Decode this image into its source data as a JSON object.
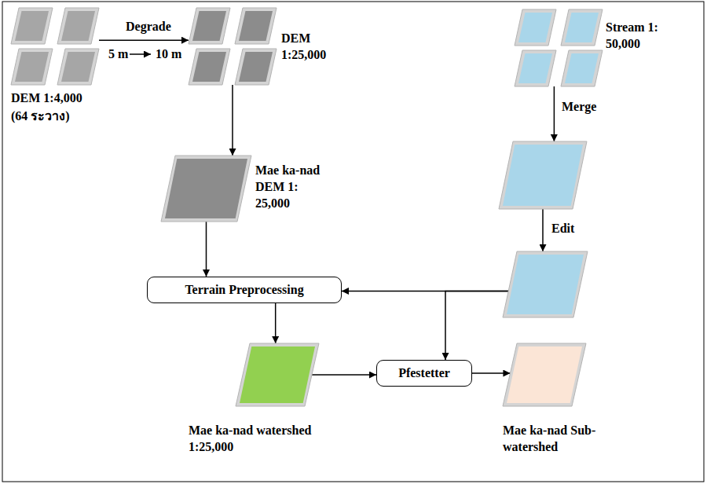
{
  "diagram": {
    "nodes": [
      {
        "text": [
          "DEM 1:4,000",
          "(64 ระวาง)"
        ]
      },
      {
        "text": [
          "DEM 1:25,000"
        ]
      },
      {
        "text": [
          "Stream 1: 50,000"
        ]
      },
      {
        "text": [
          "Mae ka-nad DEM 1: 25,000"
        ]
      },
      {
        "text": []
      },
      {
        "text": []
      },
      {
        "text": [
          "Terrain Preprocessing"
        ]
      },
      {
        "text": [
          "Mae ka-nad watershed 1:25,000"
        ]
      },
      {
        "text": [
          "Pfestetter"
        ]
      },
      {
        "text": [
          "Mae ka-nad Sub-watershed"
        ]
      }
    ],
    "edges": [
      {
        "from": 0,
        "to": 1,
        "arrow": "to",
        "label": "Degrade"
      },
      {
        "from": 1,
        "to": 3,
        "arrow": "to"
      },
      {
        "from": 2,
        "to": 4,
        "arrow": "to",
        "label": "Merge"
      },
      {
        "from": 4,
        "to": 5,
        "arrow": "to",
        "label": "Edit"
      },
      {
        "from": 3,
        "to": 6,
        "arrow": "to"
      },
      {
        "from": 5,
        "to": 6,
        "arrow": "to"
      },
      {
        "from": 5,
        "to": 8,
        "arrow": "to"
      },
      {
        "from": 6,
        "to": 7,
        "arrow": "to"
      },
      {
        "from": 7,
        "to": 8,
        "arrow": "to"
      },
      {
        "from": 8,
        "to": 9,
        "arrow": "to"
      }
    ],
    "labels": [
      "5 m",
      "10 m"
    ]
  }
}
